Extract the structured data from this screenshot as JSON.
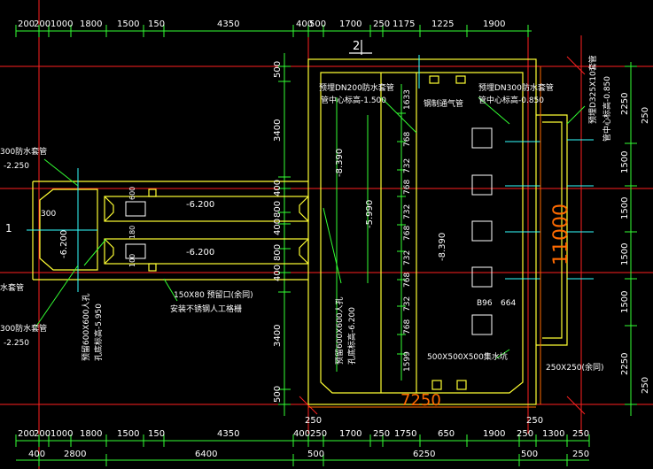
{
  "colors": {
    "background": "#000000",
    "dimension": "#33ff33",
    "axis": "#ff2020",
    "wall": "#ffff33",
    "text": "#ffffff",
    "accent": "#ff6a00"
  },
  "dims": {
    "top_row": [
      "200",
      "200",
      "1000",
      "1800",
      "1500",
      "150",
      "4350",
      "400",
      "500",
      "1700",
      "250",
      "1175",
      "1225",
      "1900"
    ],
    "bottom_row_1": [
      "200",
      "200",
      "1000",
      "1800",
      "1500",
      "150",
      "4350",
      "400",
      "250",
      "1700",
      "250",
      "1750",
      "650",
      "1900",
      "250",
      "1300",
      "250"
    ],
    "bottom_row_2": [
      "400",
      "2800",
      "6400",
      "500",
      "6250",
      "500",
      "250"
    ],
    "left_col": [
      "500",
      "3400",
      "400",
      "800",
      "400",
      "800",
      "400",
      "3400",
      "500"
    ],
    "right_col": [
      "2250",
      "1500",
      "1500",
      "1500",
      "1500",
      "2250"
    ],
    "right_col_far": [
      "250",
      "250"
    ],
    "tank_left_col": [
      "1633",
      "768",
      "732",
      "768",
      "732",
      "768",
      "732",
      "768",
      "732",
      "768",
      "1599"
    ],
    "small_250": [
      "250",
      "250"
    ]
  },
  "labels": {
    "section_mark": "2",
    "axis_mark": "1",
    "width_dim": "7250",
    "height_dim": "11000",
    "pipe_top_left": "预埋DN200防水套管",
    "pipe_top_left_2": "管中心标高-1.500",
    "pipe_top_right": "预埋DN300防水套管",
    "pipe_top_right_2": "管中心标高-0.850",
    "vent_pipe": "钢制通气管",
    "right_pipe": "预埋D325X10套管",
    "right_pipe_2": "管中心标高-0.850",
    "elev_a": "-8.390",
    "elev_b": "-5.990",
    "elev_c": "-8.390",
    "elev_p1": "-6.200",
    "elev_p2": "-6.200",
    "elev_left": "-6.200",
    "left_300": "300",
    "left_d300_a": "300防水套管",
    "left_d300_a2": "-2.250",
    "left_d300_b": "水套管",
    "left_d300_c": "300防水套管",
    "left_d300_c2": "-2.250",
    "left_hole": "预留600X600人孔",
    "left_hole_2": "孔底标高-5.950",
    "grate": "150X80 预留口(余同)",
    "grate_2": "安装不锈钢人工格栅",
    "mid_hole": "预留600X600人孔",
    "mid_hole_2": "孔底标高-6.200",
    "sump": "500X500X500集水坑",
    "b896": "B96",
    "n664": "664",
    "corner": "250X250(余同)",
    "v600": "600",
    "v180": "180",
    "v100": "100"
  }
}
